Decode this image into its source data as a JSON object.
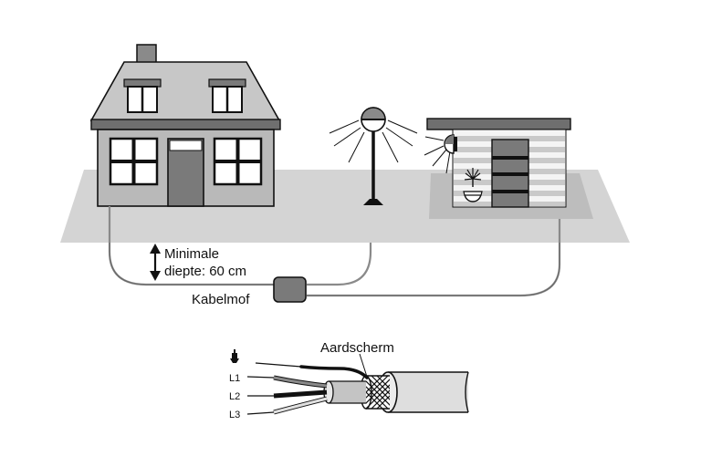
{
  "labels": {
    "depth_line1": "Minimale",
    "depth_line2": "diepte: 60 cm",
    "cable_joint": "Kabelmof",
    "earth_shield": "Aardscherm",
    "wire_l1": "L1",
    "wire_l2": "L2",
    "wire_l3": "L3"
  },
  "colors": {
    "ground": "#d4d4d4",
    "house_wall": "#b9b9b9",
    "roof": "#c7c7c7",
    "roof_band": "#6f6f6f",
    "door": "#7a7a7a",
    "outline": "#111111",
    "cable": "#8a8a8a"
  }
}
